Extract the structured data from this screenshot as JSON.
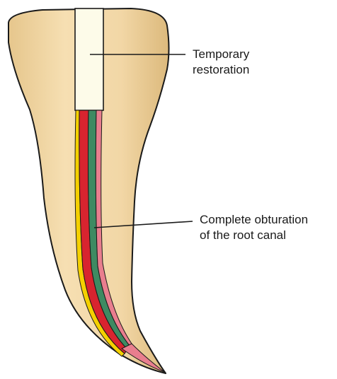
{
  "labels": {
    "temporary_restoration": {
      "line1": "Temporary",
      "line2": "restoration"
    },
    "complete_obturation": {
      "line1": "Complete obturation",
      "line2": "of the root canal"
    }
  },
  "colors": {
    "tooth": "#f2d7a6",
    "tooth_outline": "#1a1a1a",
    "temporary_restoration": "#fdfbe9",
    "sealer_yellow": "#f5d000",
    "gutta_percha_red": "#d8242f",
    "filling_green": "#3e8a62",
    "canal_pink": "#e97e8e",
    "leader_line": "#1a1a1a"
  }
}
